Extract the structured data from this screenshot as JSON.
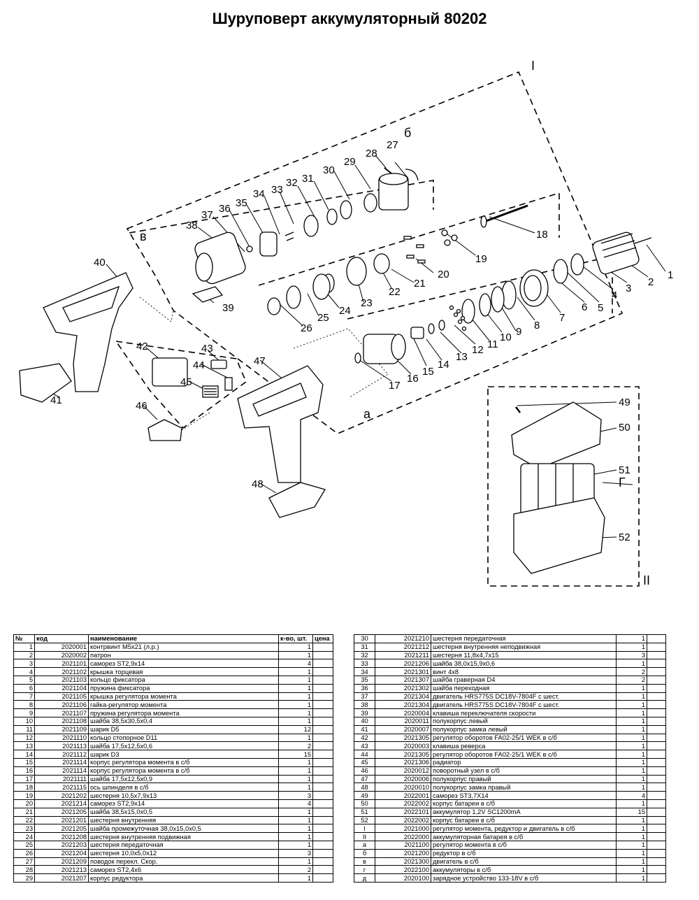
{
  "title": "Шуруповерт аккумуляторный 80202",
  "callouts": [
    "1",
    "2",
    "3",
    "4",
    "5",
    "6",
    "7",
    "8",
    "9",
    "10",
    "11",
    "12",
    "13",
    "14",
    "15",
    "16",
    "17",
    "18",
    "19",
    "20",
    "21",
    "22",
    "23",
    "24",
    "25",
    "26",
    "27",
    "28",
    "29",
    "30",
    "31",
    "32",
    "33",
    "34",
    "35",
    "36",
    "37",
    "38",
    "39",
    "40",
    "41",
    "42",
    "43",
    "44",
    "45",
    "46",
    "47",
    "48",
    "49",
    "50",
    "51",
    "52"
  ],
  "group_labels": {
    "I": "I",
    "II": "II",
    "a": "а",
    "b": "б",
    "v": "в",
    "g": "Г"
  },
  "table": {
    "headers": {
      "no": "№",
      "code": "код",
      "name": "наименование",
      "qty": "к-во, шт.",
      "price": "цена"
    },
    "left_rows": [
      [
        "1",
        "2020001",
        "контрвинт М5х21 (л.р.)",
        "1"
      ],
      [
        "2",
        "2020002",
        "патрон",
        "1"
      ],
      [
        "3",
        "2021101",
        "саморез ST2,9х14",
        "4"
      ],
      [
        "4",
        "2021102",
        "крышка торцевая",
        "1"
      ],
      [
        "5",
        "2021103",
        "кольцо фиксатора",
        "1"
      ],
      [
        "6",
        "2021104",
        "пружина фиксатора",
        "1"
      ],
      [
        "7",
        "2021105",
        "крышка регулятора момента",
        "1"
      ],
      [
        "8",
        "2021106",
        "гайка-регулятор момента",
        "1"
      ],
      [
        "9",
        "2021107",
        "пружина регулятора момента",
        "1"
      ],
      [
        "10",
        "2021108",
        "шайба 38,5х30,5х0,4",
        "1"
      ],
      [
        "11",
        "2021109",
        "шарик D5",
        "12"
      ],
      [
        "12",
        "2021110",
        "кольцо стопорное D11",
        "1"
      ],
      [
        "13",
        "2021113",
        "шайба 17,5х12,5х0,6",
        "2"
      ],
      [
        "14",
        "2021112",
        "шарик D3",
        "15"
      ],
      [
        "15",
        "2021114",
        "корпус регулятора момента в с/б",
        "1"
      ],
      [
        "16",
        "2021114",
        "корпус регулятора момента в с/б",
        "1"
      ],
      [
        "17",
        "2021111",
        "шайба 17,5х12,5х0,9",
        "1"
      ],
      [
        "18",
        "2021115",
        "ось шпинделя в с/б",
        "1"
      ],
      [
        "19",
        "2021202",
        "шестерня 10,5х7,9х13",
        "3"
      ],
      [
        "20",
        "2021214",
        "саморез ST2,9х14",
        "4"
      ],
      [
        "21",
        "2021205",
        "шайба 38,5х15,0х0,5",
        "1"
      ],
      [
        "22",
        "2021201",
        "шестерня внутренняя",
        "1"
      ],
      [
        "23",
        "2021205",
        "шайба промежуточная 38,0х15,0х0,5",
        "1"
      ],
      [
        "24",
        "2021208",
        "шестерня внутренняя подвижная",
        "1"
      ],
      [
        "25",
        "2021203",
        "шестерня передаточная",
        "1"
      ],
      [
        "26",
        "2021204",
        "шестерня 10,0х5,0х12",
        "3"
      ],
      [
        "27",
        "2021209",
        "поводок перекл. Скор.",
        "1"
      ],
      [
        "28",
        "2021213",
        "саморез ST2,4х6",
        "2"
      ],
      [
        "29",
        "2021207",
        "корпус редуктора",
        "1"
      ]
    ],
    "right_rows": [
      [
        "30",
        "2021210",
        "шестерня передаточная",
        "1"
      ],
      [
        "31",
        "2021212",
        "шестерня внутренняя неподвижная",
        "1"
      ],
      [
        "32",
        "2021211",
        "шестерня 11,8х4,7х15",
        "3"
      ],
      [
        "33",
        "2021206",
        "шайба 38,0х15,9х0,6",
        "1"
      ],
      [
        "34",
        "2021301",
        "винт 4х8",
        "2"
      ],
      [
        "35",
        "2021307",
        "шайба граверная D4",
        "2"
      ],
      [
        "36",
        "2021302",
        "шайба переходная",
        "1"
      ],
      [
        "37",
        "2021304",
        "двигатель HRS775S DC18V-7804F с шест.",
        "1"
      ],
      [
        "38",
        "2021304",
        "двигатель HRS775S DC18V-7804F с шест.",
        "1"
      ],
      [
        "39",
        "2020004",
        "клавиша переключателя скорости",
        "1"
      ],
      [
        "40",
        "2020011",
        "полукорпус левый",
        "1"
      ],
      [
        "41",
        "2020007",
        "полукорпус замка левый",
        "1"
      ],
      [
        "42",
        "2021305",
        "регулятор оборотов FA02-25/1 WEK в с/б",
        "1"
      ],
      [
        "43",
        "2020003",
        "клавиша реверса",
        "1"
      ],
      [
        "44",
        "2021305",
        "регулятор оборотов FA02-25/1 WEK в с/б",
        "1"
      ],
      [
        "45",
        "2021306",
        "радиатор",
        "1"
      ],
      [
        "46",
        "2020012",
        "поворотный узел в с/б",
        "1"
      ],
      [
        "47",
        "2020006",
        "полукорпус правый",
        "1"
      ],
      [
        "48",
        "2020010",
        "полукорпус замка правый",
        "1"
      ],
      [
        "49",
        "2022001",
        "саморез ST3,7Х14",
        "4"
      ],
      [
        "50",
        "2022002",
        "корпус батареи в с/б",
        "1"
      ],
      [
        "51",
        "2022101",
        "аккумулятор 1,2V SC1200mA",
        "15"
      ],
      [
        "52",
        "2022002",
        "корпус батареи в с/б",
        "1"
      ],
      [
        "I",
        "2021000",
        "регулятор момента, редуктор и двигатель в с/б",
        "1"
      ],
      [
        "II",
        "2022000",
        "аккумуляторная батарея в с/б",
        "1"
      ],
      [
        "а",
        "2021100",
        "регулятор момента в с/б",
        "1"
      ],
      [
        "б",
        "2021200",
        "редуктор в с/б",
        "1"
      ],
      [
        "в",
        "2021300",
        "двигатель в с/б",
        "1"
      ],
      [
        "г",
        "2022100",
        "аккумуляторы в с/б",
        "1"
      ],
      [
        "д",
        "2020100",
        "зарядное устройство 133-18V в с/б",
        "1"
      ]
    ]
  }
}
